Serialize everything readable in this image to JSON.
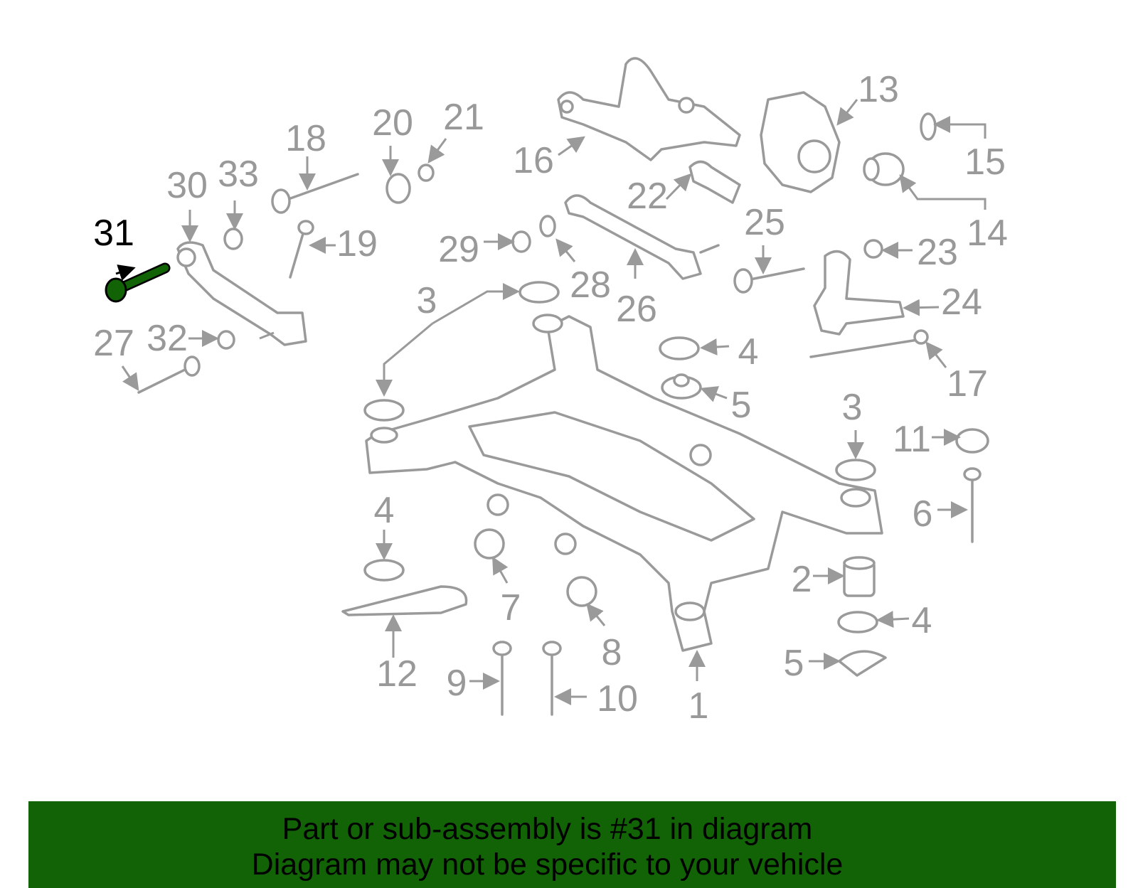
{
  "diagram": {
    "highlight_color": "#116306",
    "highlighted_part": "31",
    "labels": [
      "31",
      "30",
      "33",
      "18",
      "20",
      "21",
      "19",
      "16",
      "13",
      "15",
      "14",
      "22",
      "29",
      "28",
      "26",
      "25",
      "23",
      "24",
      "4",
      "17",
      "5",
      "3",
      "3",
      "11",
      "27",
      "32",
      "4",
      "6",
      "2",
      "7",
      "4",
      "8",
      "5",
      "12",
      "9",
      "10",
      "1"
    ]
  },
  "banner": {
    "line1": "Part or sub-assembly is #31 in diagram",
    "line2": "Diagram may not be specific to your vehicle",
    "color": "#116306"
  }
}
